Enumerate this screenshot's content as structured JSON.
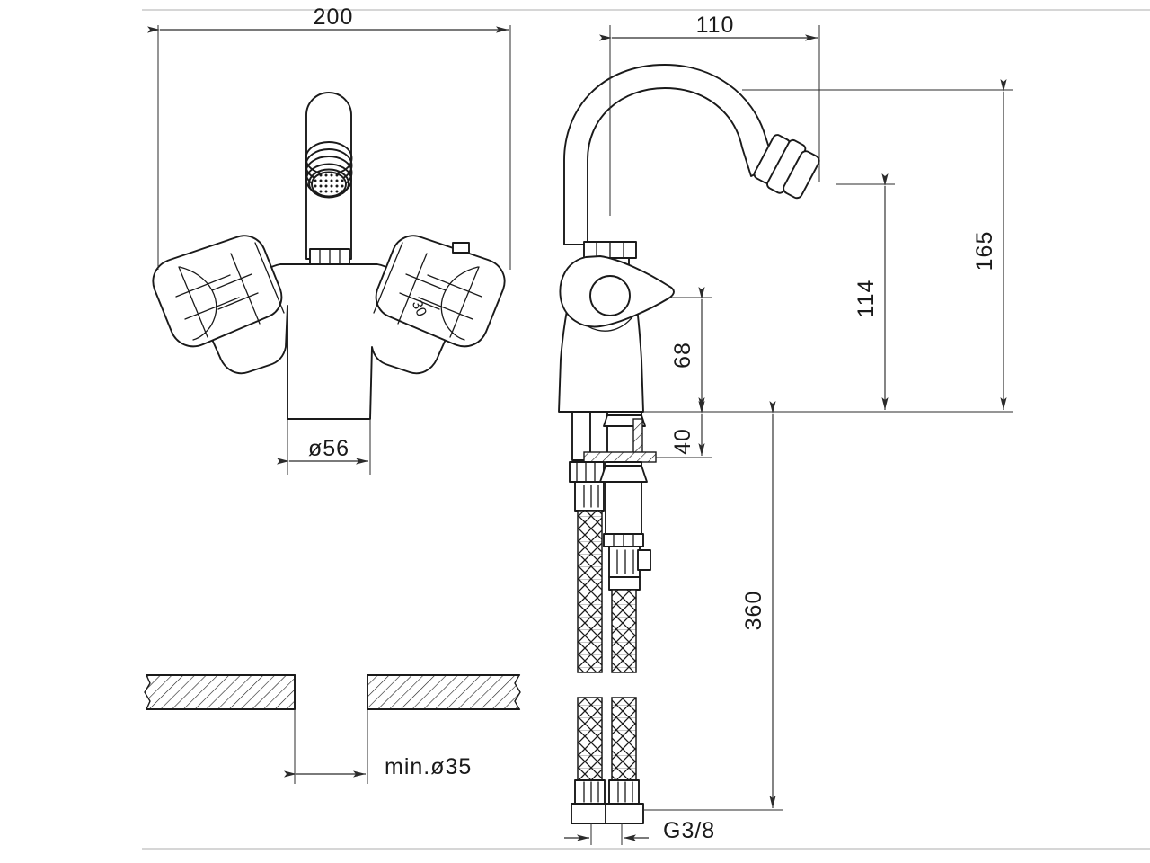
{
  "drawing": {
    "type": "technical-dimension-drawing",
    "subject": "bidet mixer tap",
    "views": [
      {
        "name": "front-view",
        "label": ""
      },
      {
        "name": "side-view",
        "label": ""
      },
      {
        "name": "mounting-hole-section",
        "label": ""
      }
    ]
  },
  "dimensions": {
    "overall_width": "200",
    "spout_reach": "110",
    "overall_height": "165",
    "spout_outlet_height": "114",
    "body_height": "68",
    "mount_thickness": "40",
    "hose_length": "360",
    "base_diameter": "ø56",
    "handle_size": "30",
    "mounting_hole": "min.ø35",
    "thread_size": "G3/8"
  },
  "labels": {
    "w200": "200",
    "w110": "110",
    "h165": "165",
    "h114": "114",
    "h68": "68",
    "h40": "40",
    "h360": "360",
    "d56": "ø56",
    "n30": "30",
    "hole35": "min.ø35",
    "thread": "G3/8"
  },
  "colors": {
    "line": "#1a1a1a",
    "dimension": "#2b2b2b",
    "border": "#c9c9c9",
    "background": "#ffffff"
  }
}
